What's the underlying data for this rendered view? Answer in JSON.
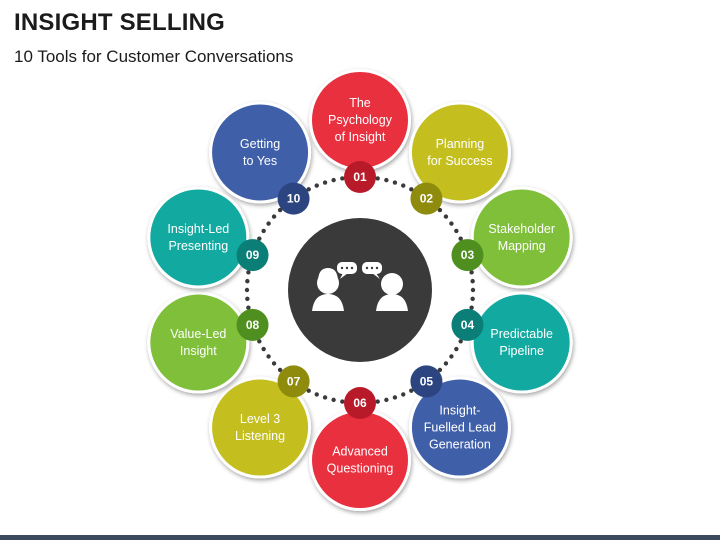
{
  "header": {
    "title": "INSIGHT SELLING",
    "subtitle": "10 Tools for Customer Conversations"
  },
  "center": {
    "icon": "conversation-people-icon",
    "color": "#3a3a3a"
  },
  "tools": [
    {
      "number": "01",
      "lines": [
        "The",
        "Psychology",
        "of Insight"
      ],
      "color": "#e8303f",
      "dark": "#b81a2a"
    },
    {
      "number": "02",
      "lines": [
        "Planning",
        "for Success"
      ],
      "color": "#c4be1f",
      "dark": "#8f8b0d"
    },
    {
      "number": "03",
      "lines": [
        "Stakeholder",
        "Mapping"
      ],
      "color": "#7fbf3a",
      "dark": "#4f8f1f"
    },
    {
      "number": "04",
      "lines": [
        "Predictable",
        "Pipeline"
      ],
      "color": "#12a9a0",
      "dark": "#0b7e77"
    },
    {
      "number": "05",
      "lines": [
        "Insight-",
        "Fuelled Lead",
        "Generation"
      ],
      "color": "#3f5fa8",
      "dark": "#2c4580"
    },
    {
      "number": "06",
      "lines": [
        "Advanced",
        "Questioning"
      ],
      "color": "#e8303f",
      "dark": "#b81a2a"
    },
    {
      "number": "07",
      "lines": [
        "Level 3",
        "Listening"
      ],
      "color": "#c4be1f",
      "dark": "#8f8b0d"
    },
    {
      "number": "08",
      "lines": [
        "Value-Led",
        "Insight"
      ],
      "color": "#7fbf3a",
      "dark": "#4f8f1f"
    },
    {
      "number": "09",
      "lines": [
        "Insight-Led",
        "Presenting"
      ],
      "color": "#12a9a0",
      "dark": "#0b7e77"
    },
    {
      "number": "10",
      "lines": [
        "Getting",
        "to Yes"
      ],
      "color": "#3f5fa8",
      "dark": "#2c4580"
    }
  ]
}
